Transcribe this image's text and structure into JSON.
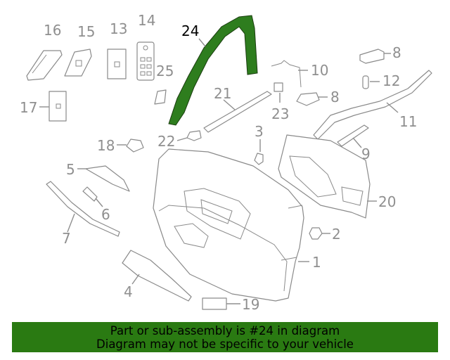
{
  "diagram": {
    "highlight_color": "#2e7d1e",
    "highlighted_part": "24",
    "callouts": [
      "1",
      "2",
      "3",
      "4",
      "5",
      "6",
      "7",
      "8",
      "8",
      "9",
      "10",
      "11",
      "12",
      "13",
      "14",
      "15",
      "16",
      "17",
      "18",
      "19",
      "20",
      "21",
      "22",
      "23",
      "24",
      "25"
    ]
  },
  "banner": {
    "line1": "Part or sub-assembly is #24 in diagram",
    "line2": "Diagram may not be specific to your vehicle",
    "color": "#2a7a12"
  }
}
